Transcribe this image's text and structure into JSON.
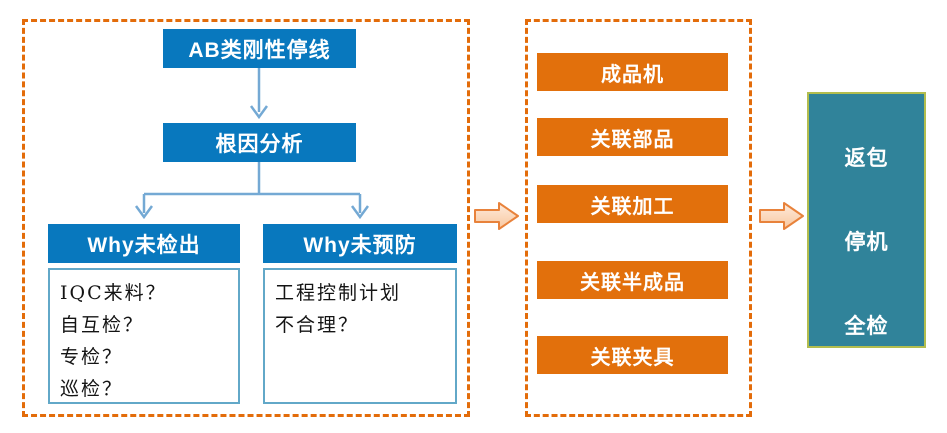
{
  "colors": {
    "panel-border": "#E36C0A",
    "node-blue": "#0878BE",
    "item-orange": "#E2700C",
    "action-teal": "#30839A",
    "action-border": "#B2BD4E",
    "connector": "#74A9D4",
    "content-border": "#62A8C8",
    "arrow-stroke": "#E8823B"
  },
  "flowchart": {
    "root_label": "AB类刚性停线",
    "analysis_label": "根因分析",
    "branches": [
      {
        "title": "Why未检出",
        "lines": [
          "IQC来料？",
          "自互检？",
          "专检？",
          "巡检？"
        ]
      },
      {
        "title": "Why未预防",
        "lines": [
          "工程控制计划",
          "不合理？"
        ]
      }
    ]
  },
  "scope": {
    "items": [
      "成品机",
      "关联部品",
      "关联加工",
      "关联半成品",
      "关联夹具"
    ]
  },
  "actions": {
    "items": [
      "返包",
      "停机",
      "全检"
    ]
  }
}
